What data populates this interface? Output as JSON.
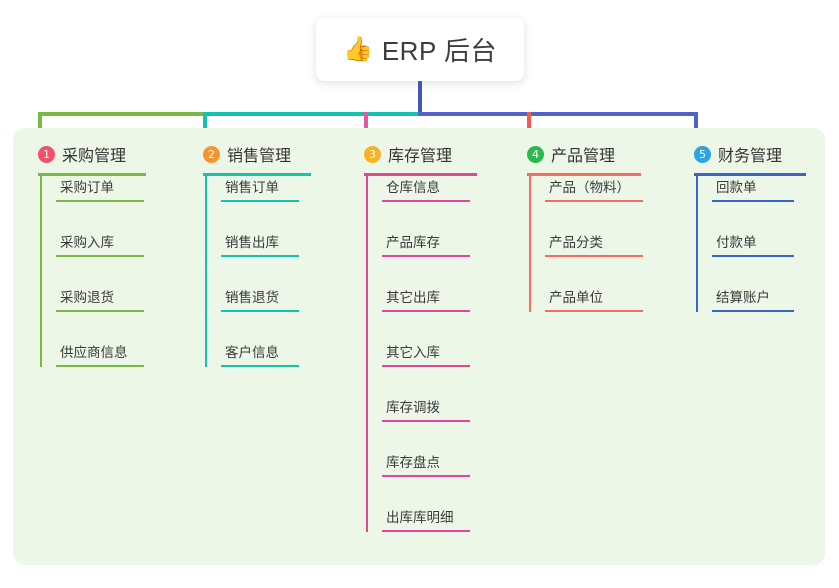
{
  "title": {
    "emoji": "👍",
    "icon_name": "thumbs-up-icon",
    "text": "ERP 后台"
  },
  "theme": {
    "page_background": "#ffffff",
    "panel_background": "#edf7e8",
    "card_background": "#ffffff",
    "text_color": "#3a3a3a",
    "title_color": "#3d3d3d",
    "root_stem_color": "#4455bd"
  },
  "columns": [
    {
      "number": "1",
      "title": "采购管理",
      "badge_color": "#f4506a",
      "line_color": "#78b943",
      "connector_color": "#78b943",
      "items": [
        "采购订单",
        "采购入库",
        "采购退货",
        "供应商信息"
      ]
    },
    {
      "number": "2",
      "title": "销售管理",
      "badge_color": "#f79432",
      "line_color": "#14c2b0",
      "connector_color": "#14c2b0",
      "items": [
        "销售订单",
        "销售出库",
        "销售退货",
        "客户信息"
      ]
    },
    {
      "number": "3",
      "title": "库存管理",
      "badge_color": "#f5b324",
      "line_color": "#e2459a",
      "connector_color": "#e8569f",
      "items": [
        "仓库信息",
        "产品库存",
        "其它出库",
        "其它入库",
        "库存调拨",
        "库存盘点",
        "出库库明细"
      ]
    },
    {
      "number": "4",
      "title": "产品管理",
      "badge_color": "#2db84d",
      "line_color": "#f76c5e",
      "connector_color": "#f5594f",
      "items": [
        "产品（物料）",
        "产品分类",
        "产品单位"
      ]
    },
    {
      "number": "5",
      "title": "财务管理",
      "badge_color": "#29a5e3",
      "line_color": "#3c63c7",
      "connector_color": "#4f63c9",
      "items": [
        "回款单",
        "付款单",
        "结算账户"
      ]
    }
  ],
  "connector_segments": [
    {
      "name": "segment-green",
      "color": "#78b943"
    },
    {
      "name": "segment-teal",
      "color": "#14c2b0"
    },
    {
      "name": "segment-blue",
      "color": "#4f63c9"
    }
  ]
}
